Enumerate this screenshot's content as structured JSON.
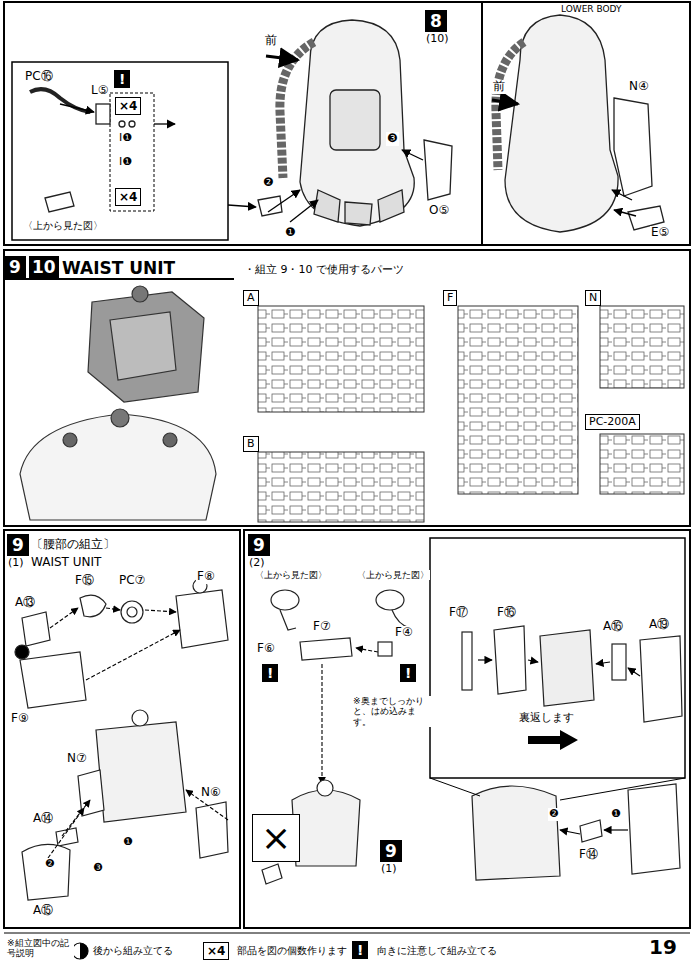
{
  "diagram": {
    "nodes": [
      {
        "text": [
          "8",
          "(10)"
        ]
      },
      {
        "text": [
          "!"
        ]
      },
      {
        "text": [
          "×4"
        ]
      },
      {
        "text": [
          "×4"
        ]
      },
      {
        "text": [
          "WAIST UNIT"
        ]
      },
      {
        "text": [
          "9"
        ],
        "in": 4
      },
      {
        "text": [
          "10"
        ],
        "in": 4
      },
      {
        "text": [
          "A"
        ]
      },
      {
        "text": [
          "B"
        ]
      },
      {
        "text": [
          "F"
        ]
      },
      {
        "text": [
          "N"
        ]
      },
      {
        "text": [
          "PC-200A"
        ]
      },
      {
        "text": [
          "9",
          "(1)"
        ]
      },
      {
        "text": [
          "9",
          "(2)"
        ]
      },
      {
        "text": [
          "!"
        ]
      },
      {
        "text": [
          "!"
        ]
      },
      {
        "text": [
          "9",
          "(1)"
        ]
      },
      {
        "text": [
          "×"
        ]
      },
      {
        "text": [
          "×4"
        ]
      },
      {
        "text": [
          "!"
        ]
      }
    ],
    "labels": [
      "PC⑯",
      "L⑤",
      "I❶",
      "I❶",
      "〈上から見た図〉",
      "前",
      "❷",
      "❸",
      "❶",
      "O⑤",
      "前",
      "N④",
      "E⑤",
      "LOWER BODY",
      "・組立 9・10 で使用するパーツ",
      "〔腰部の組立〕",
      "WAIST UNIT",
      "A⑬",
      "F⑮",
      "PC⑦",
      "F⑧",
      "F⑨",
      "N⑦",
      "N⑥",
      "A⑭",
      "❷",
      "❶",
      "❸",
      "A⑮",
      "〈上から見た図〉",
      "〈上から見た図〉",
      "F⑦",
      "F⑥",
      "F④",
      "※奥までしっかりと、はめ込みます。",
      "F⑰",
      "F⑯",
      "A⑯",
      "A⑲",
      "裏返します",
      "❷",
      "❶",
      "F⑭",
      "※組立図中の記号説明",
      "後から組み立てる",
      "部品を図の個数作ります",
      "向きに注意して組み立てる",
      "19"
    ]
  }
}
